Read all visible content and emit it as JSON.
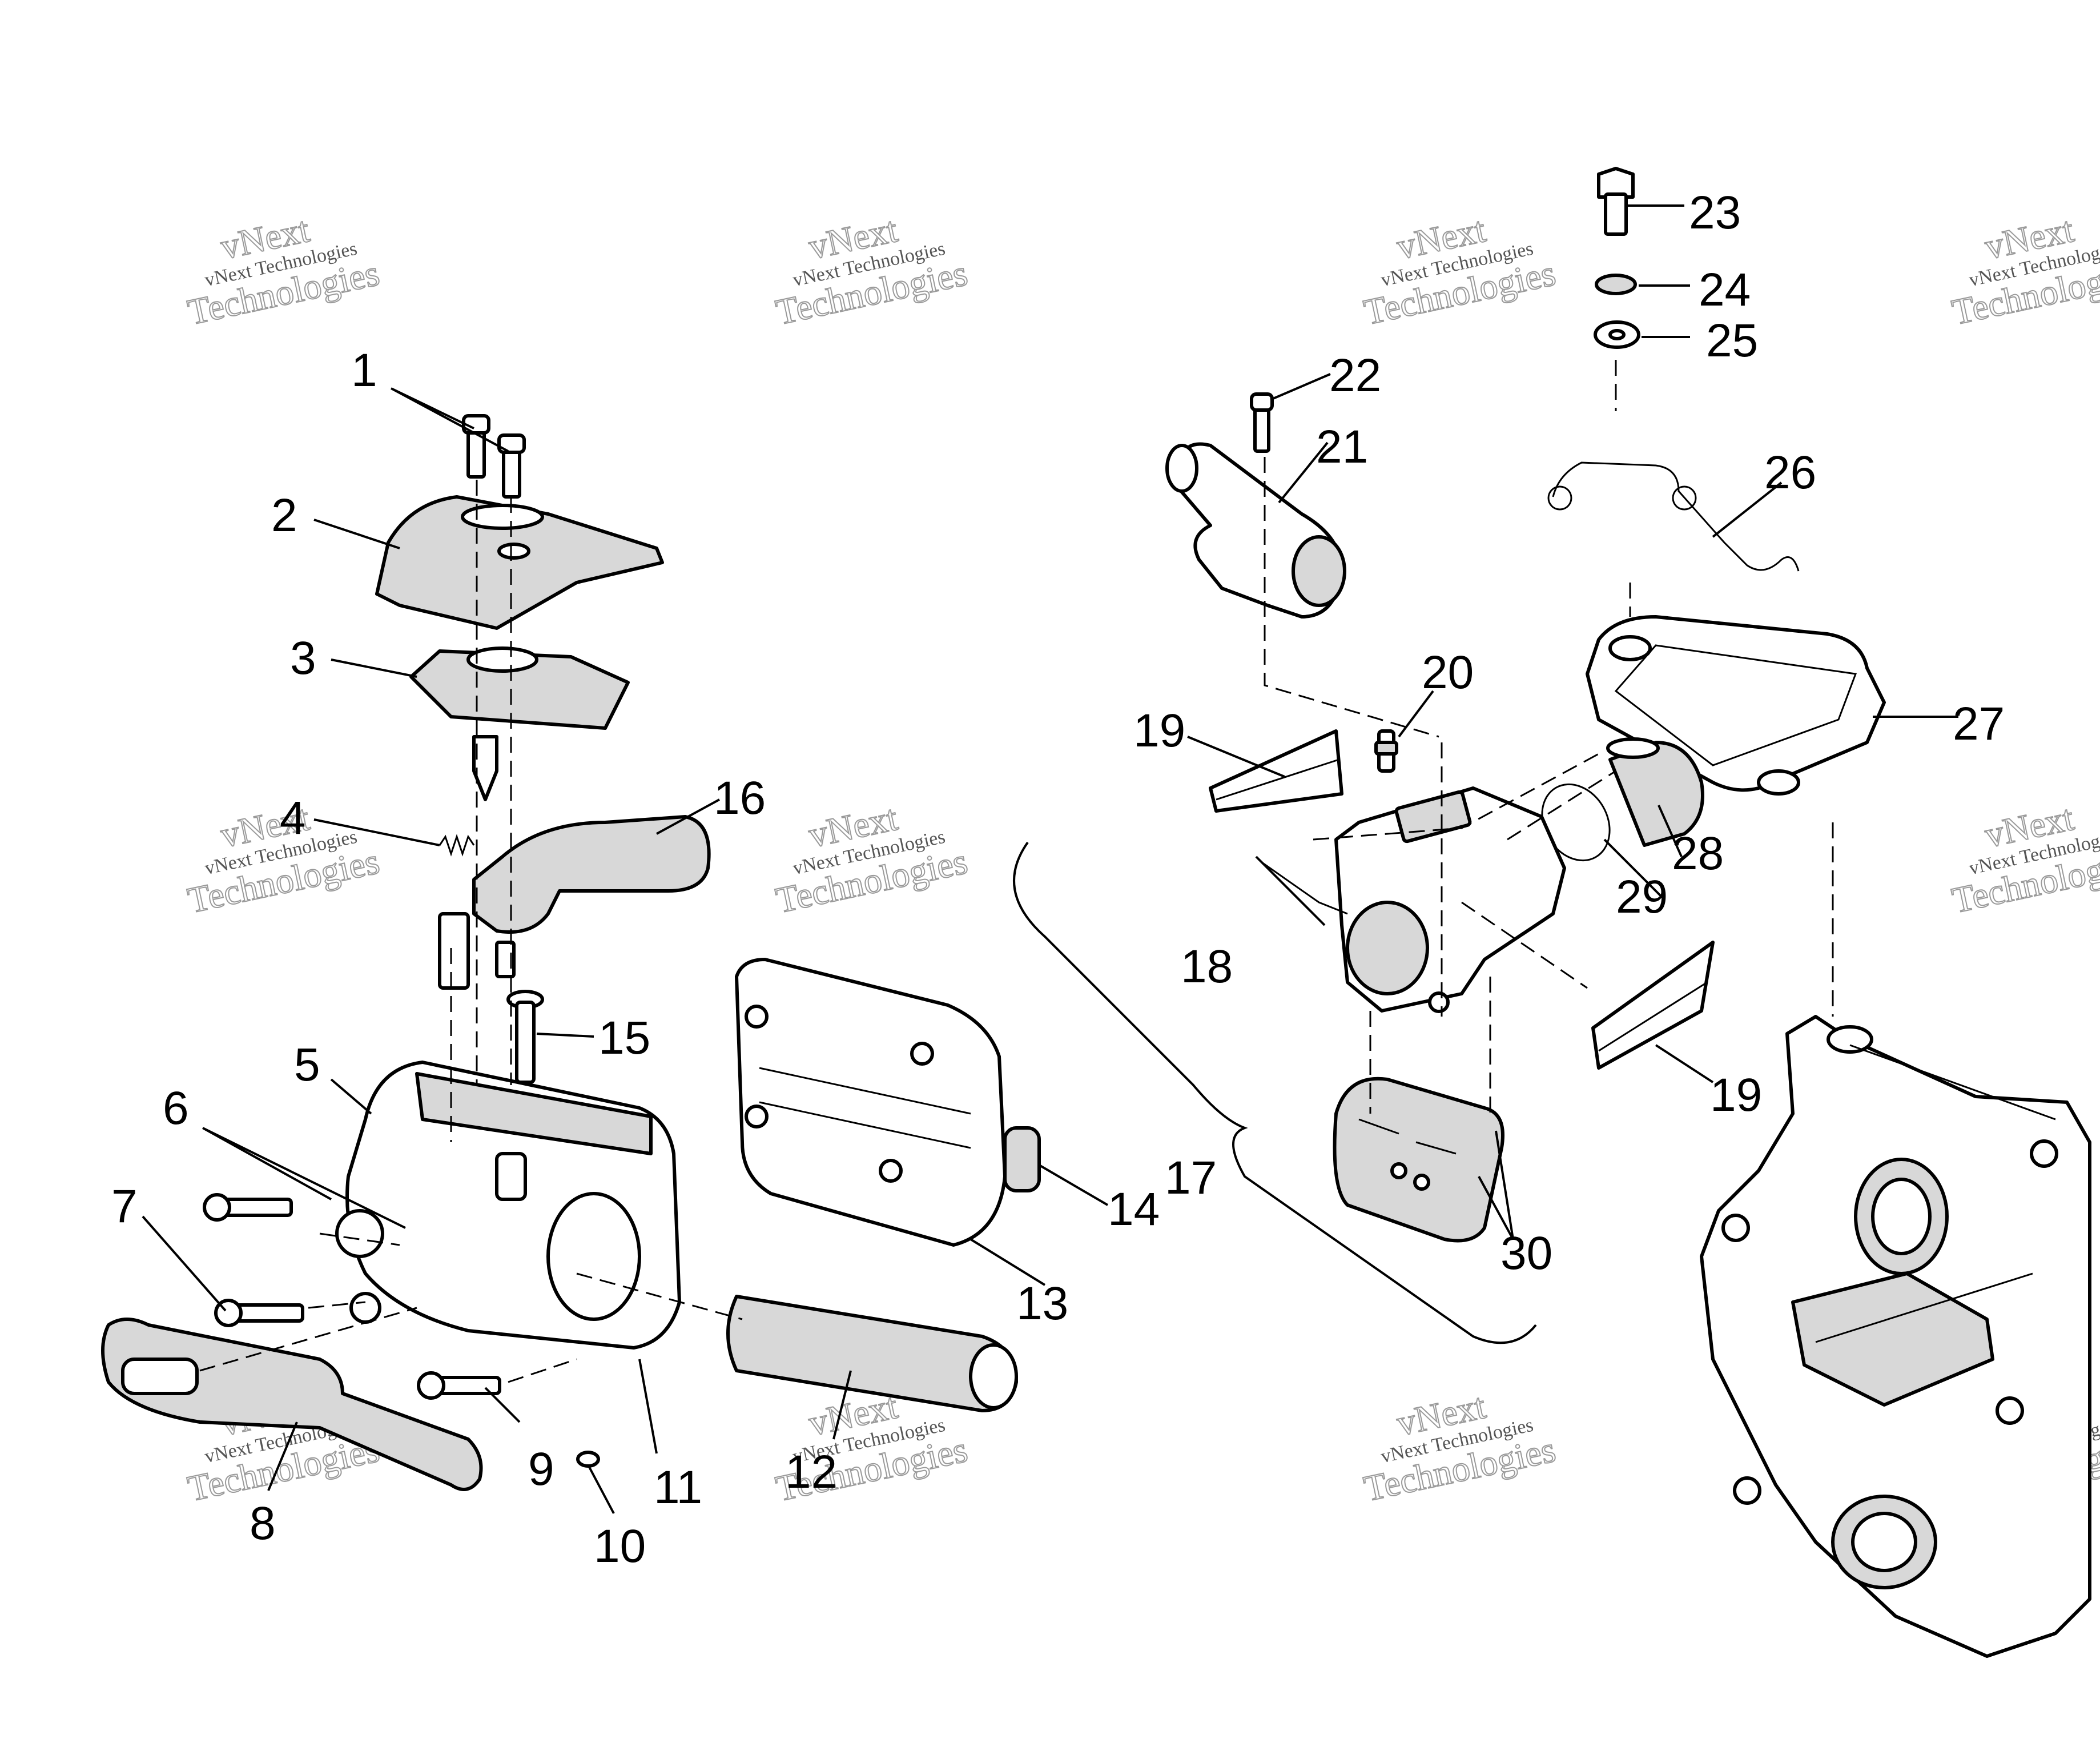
{
  "callouts": {
    "c1": "1",
    "c2": "2",
    "c3": "3",
    "c4": "4",
    "c5": "5",
    "c6": "6",
    "c7": "7",
    "c8": "8",
    "c9": "9",
    "c10": "10",
    "c11": "11",
    "c12": "12",
    "c13": "13",
    "c14": "14",
    "c15": "15",
    "c16": "16",
    "c17": "17",
    "c18": "18",
    "c19a": "19",
    "c19b": "19",
    "c20": "20",
    "c21": "21",
    "c22": "22",
    "c23": "23",
    "c24": "24",
    "c25": "25",
    "c26": "26",
    "c27": "27",
    "c28": "28",
    "c29": "29",
    "c30": "30"
  },
  "watermark": {
    "brand": "vNext",
    "company": "vNext Technologies",
    "word": "Technologies"
  }
}
